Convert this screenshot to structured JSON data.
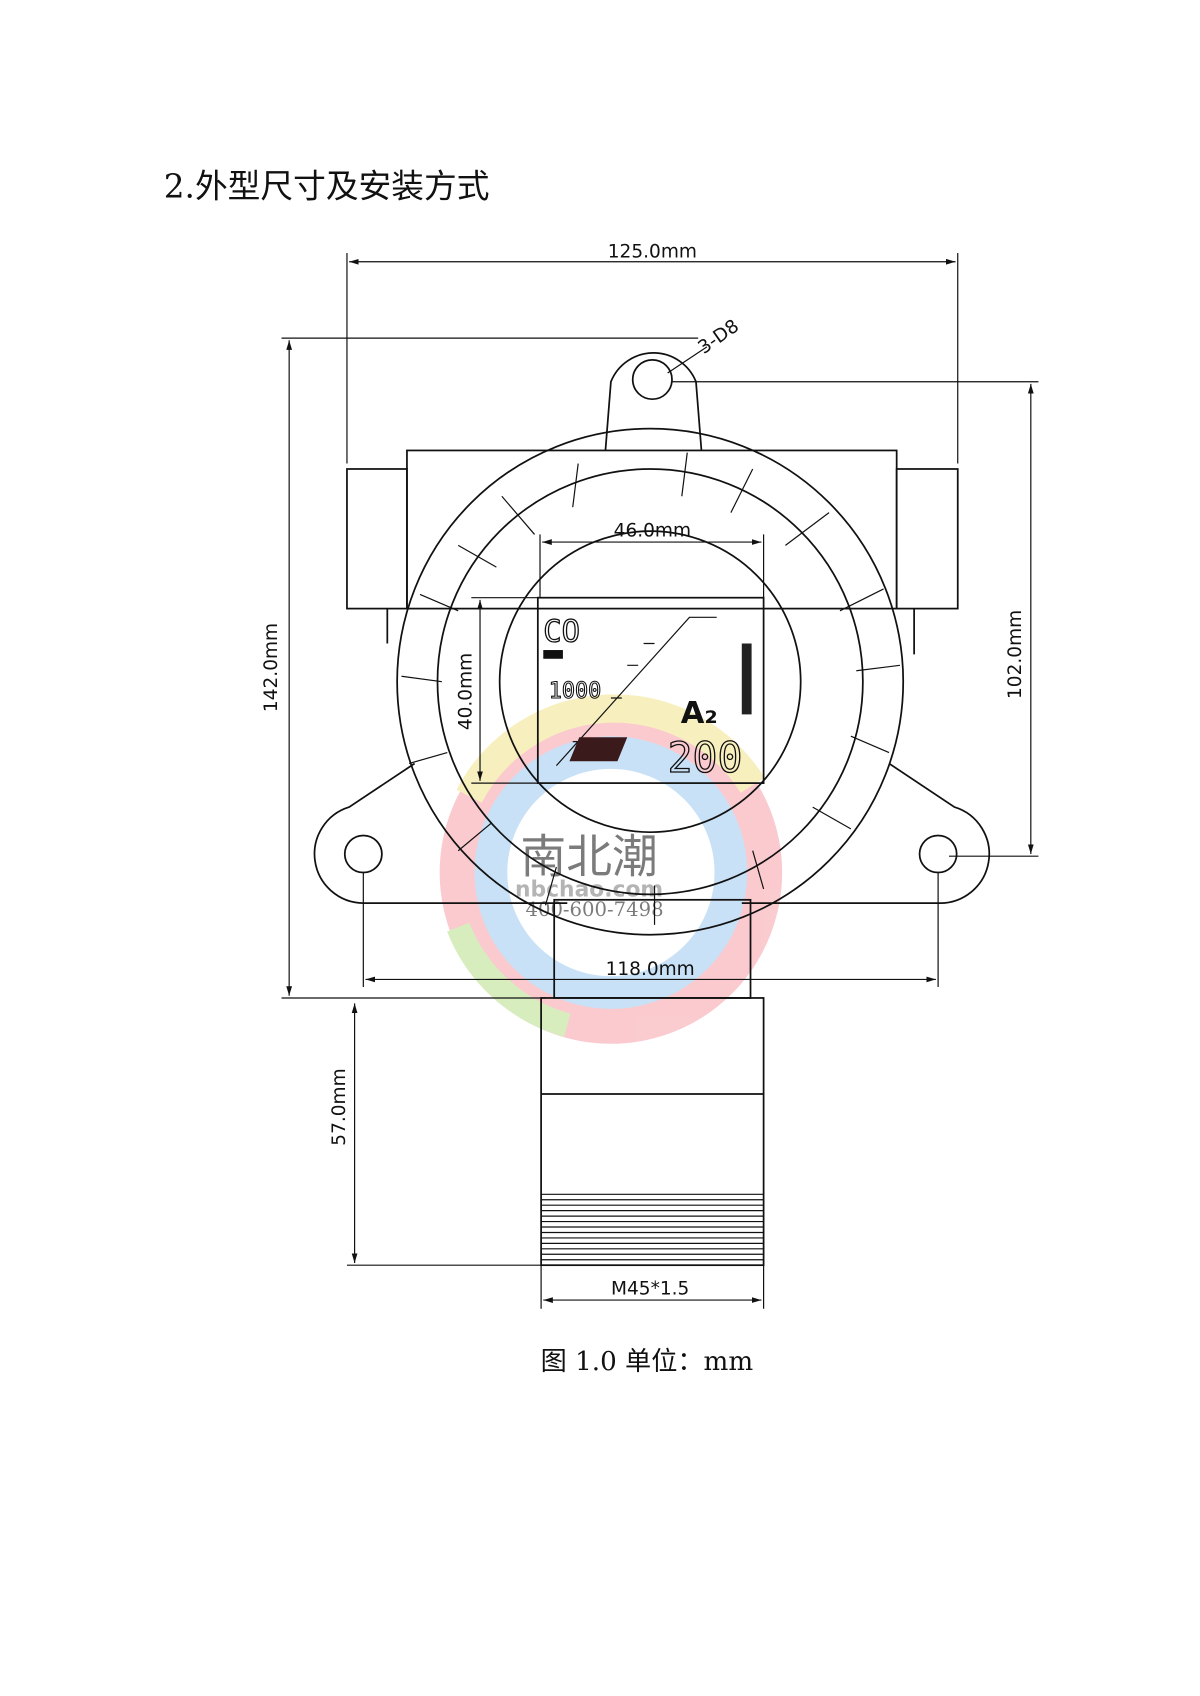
{
  "section_title": "2.外型尺寸及安装方式",
  "dimensions": {
    "width_top": "125.0mm",
    "height_total": "142.0mm",
    "hole_spacing_vertical": "102.0mm",
    "mount_holes": "3-D8",
    "lcd_width": "46.0mm",
    "lcd_height": "40.0mm",
    "hole_spacing_horizontal": "118.0mm",
    "sensor_height": "57.0mm",
    "thread": "M45*1.5"
  },
  "lcd": {
    "gas": "CO",
    "range": "1000",
    "alarm": "A₂",
    "reading": "200"
  },
  "watermark": {
    "brand": "南北潮",
    "site": "nbchao.com",
    "phone": "400-600-7498"
  },
  "caption": "图 1.0 单位：mm"
}
